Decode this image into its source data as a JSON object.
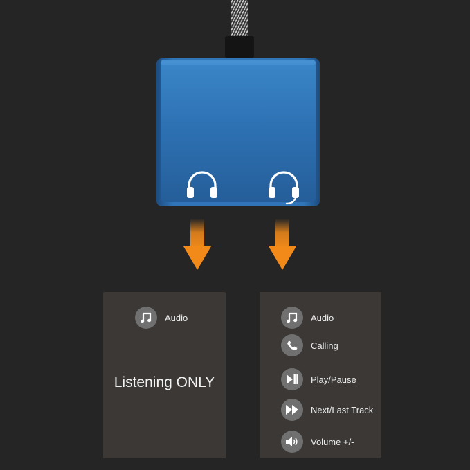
{
  "colors": {
    "background": "#252525",
    "device_blue": "#2f72b6",
    "arrow_orange": "#f28a1a",
    "panel": "#3b3836",
    "icon_circle": "#707070",
    "text": "#ececec"
  },
  "device": {
    "port_left_icon": "headphones-icon",
    "port_right_icon": "headset-mic-icon"
  },
  "left_panel": {
    "features": [
      {
        "icon": "music-note-icon",
        "label": "Audio"
      }
    ],
    "main_text": "Listening ONLY"
  },
  "right_panel": {
    "features": [
      {
        "icon": "music-note-icon",
        "label": "Audio"
      },
      {
        "icon": "phone-icon",
        "label": "Calling"
      },
      {
        "icon": "play-pause-icon",
        "label": "Play/Pause"
      },
      {
        "icon": "fast-forward-icon",
        "label": "Next/Last Track"
      },
      {
        "icon": "speaker-icon",
        "label": "Volume +/-"
      }
    ]
  }
}
